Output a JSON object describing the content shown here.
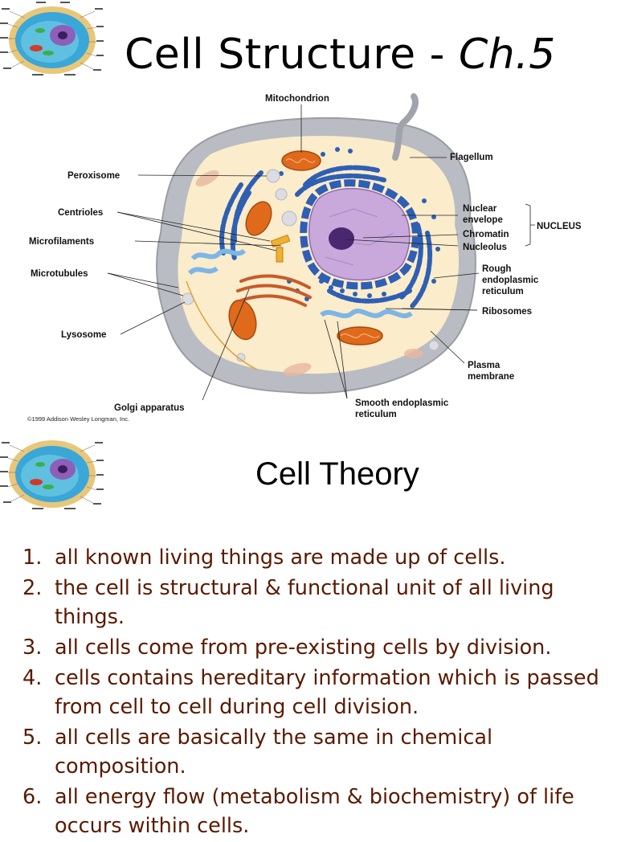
{
  "slide1": {
    "title_main": "Cell Structure - ",
    "title_chapter": "Ch.5",
    "diagram": {
      "labels": {
        "mitochondrion": "Mitochondrion",
        "flagellum": "Flagellum",
        "peroxisome": "Peroxisome",
        "centrioles": "Centrioles",
        "microfilaments": "Microfilaments",
        "microtubules": "Microtubules",
        "lysosome": "Lysosome",
        "golgi": "Golgi apparatus",
        "nuclear_envelope_1": "Nuclear",
        "nuclear_envelope_2": "envelope",
        "chromatin": "Chromatin",
        "nucleolus": "Nucleolus",
        "nucleus": "NUCLEUS",
        "rough_er_1": "Rough",
        "rough_er_2": "endoplasmic",
        "rough_er_3": "reticulum",
        "ribosomes": "Ribosomes",
        "plasma_1": "Plasma",
        "plasma_2": "membrane",
        "smooth_er_1": "Smooth endoplasmic",
        "smooth_er_2": "reticulum"
      },
      "copyright": "©1999 Addison Wesley Longman, Inc."
    }
  },
  "slide2": {
    "title": "Cell Theory",
    "items": [
      {
        "num": "1.",
        "text": "all known living things are made up of cells."
      },
      {
        "num": "2.",
        "text": "the cell is structural & functional unit of all living things."
      },
      {
        "num": "3.",
        "text": "all cells come from pre-existing cells by division."
      },
      {
        "num": "4.",
        "text": "cells contains hereditary information which is passed from cell to cell during cell division."
      },
      {
        "num": "5.",
        "text": "all cells are basically the same in chemical composition."
      },
      {
        "num": "6.",
        "text": "all energy flow (metabolism & biochemistry) of life occurs within cells."
      }
    ]
  },
  "colors": {
    "list_text": "#5a1a00",
    "cytoplasm": "#fbeccb",
    "cell_edge": "#b9bcc2",
    "nucleus": "#c9a9dc",
    "er_blue": "#2f5fb4",
    "mito_orange": "#e06a1c"
  }
}
